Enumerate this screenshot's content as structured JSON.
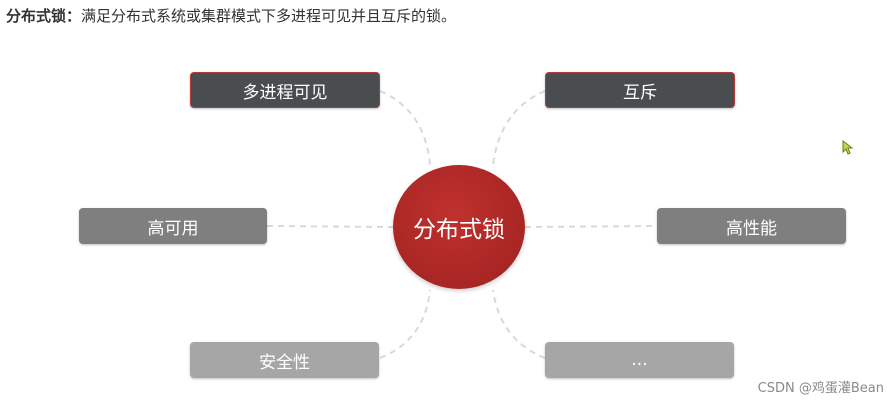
{
  "header": {
    "term": "分布式锁：",
    "description": "满足分布式系统或集群模式下多进程可见并且互斥的锁。"
  },
  "center": {
    "label": "分布式锁"
  },
  "nodes": {
    "multi_process_visible": "多进程可见",
    "mutual_exclusion": "互斥",
    "high_availability": "高可用",
    "high_performance": "高性能",
    "security": "安全性",
    "more": "..."
  },
  "watermark": "CSDN @鸡蛋灌Bean",
  "colors": {
    "center": "#a82624",
    "dark_box": "#4a4d50",
    "dark_box_border": "#b73a3a",
    "mid_box": "#7f7f7f",
    "light_box": "#a6a6a6",
    "connector": "#d9d9d9"
  }
}
